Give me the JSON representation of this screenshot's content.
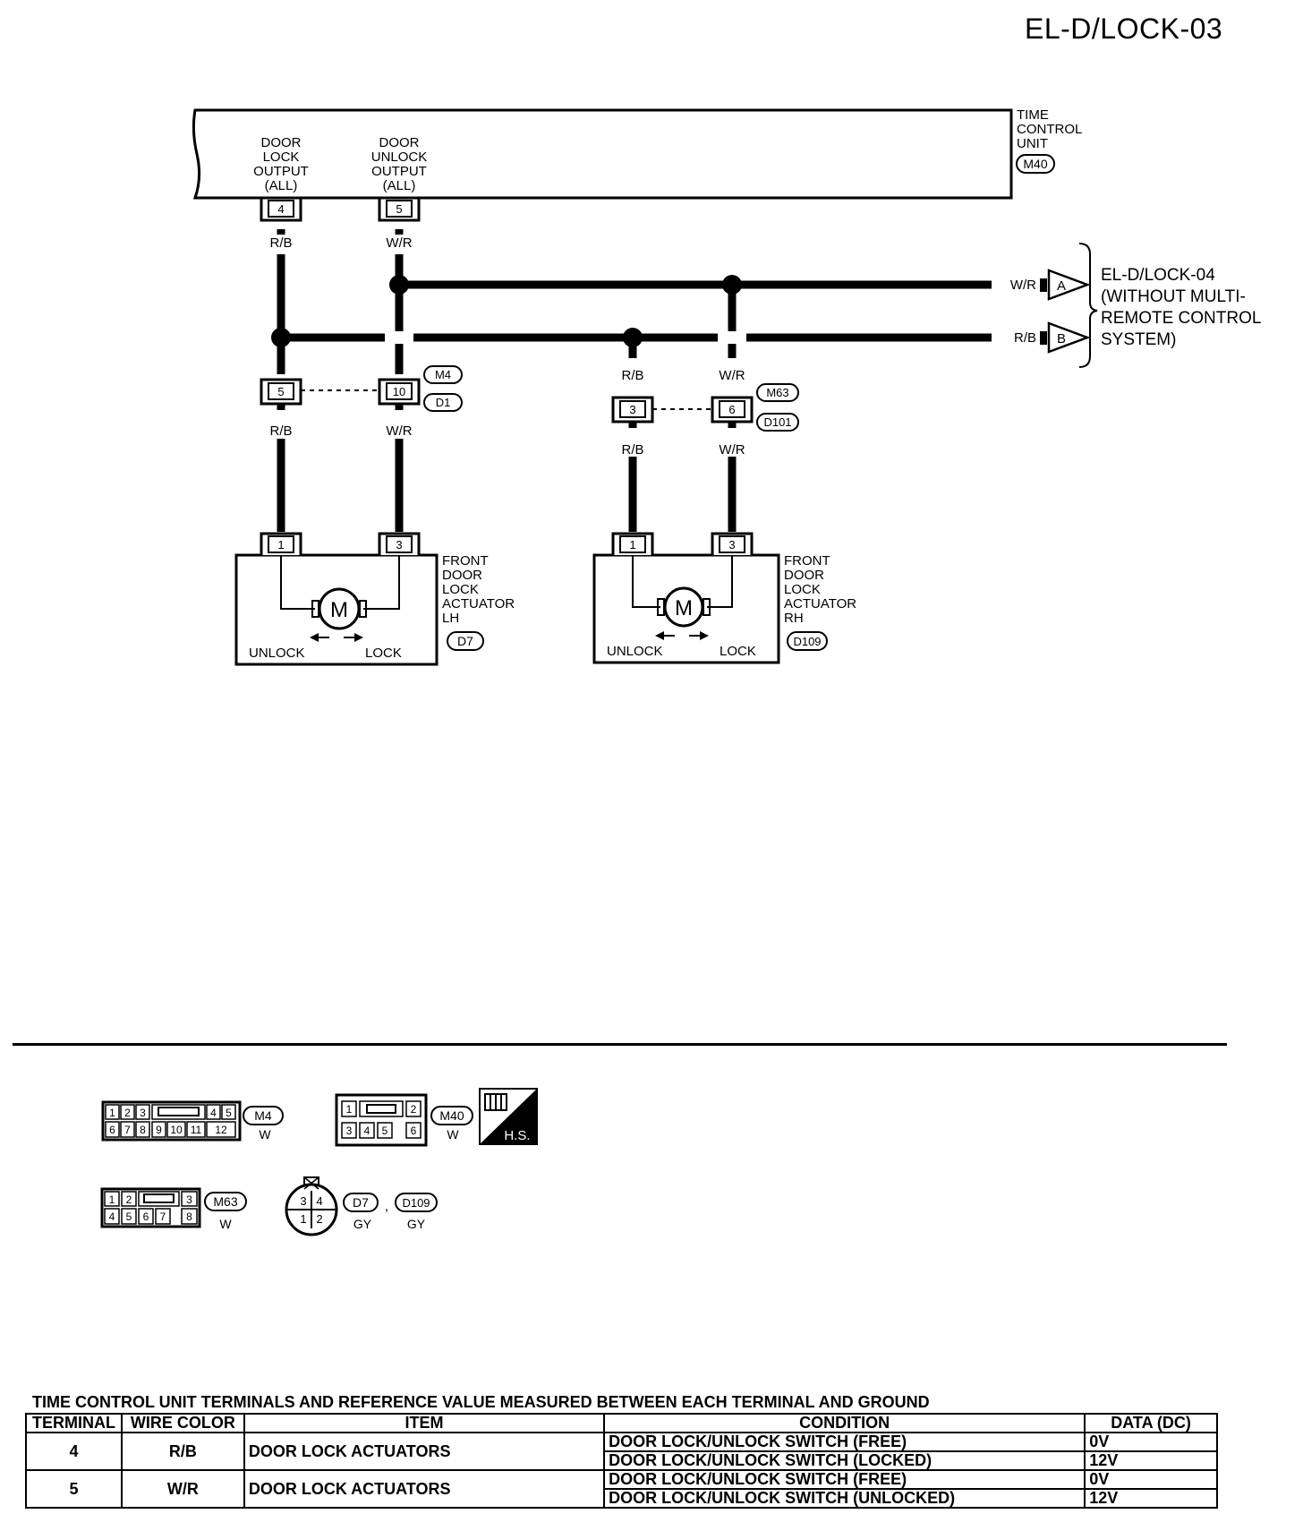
{
  "page_id": "EL-D/LOCK-03",
  "time_control_unit": {
    "label_lines": [
      "TIME",
      "CONTROL",
      "UNIT"
    ],
    "connector": "M40",
    "lock_output_lines": [
      "DOOR",
      "LOCK",
      "OUTPUT",
      "(ALL)"
    ],
    "unlock_output_lines": [
      "DOOR",
      "UNLOCK",
      "OUTPUT",
      "(ALL)"
    ],
    "lock_terminal": "4",
    "unlock_terminal": "5"
  },
  "wire_colors": {
    "rb": "R/B",
    "wr": "W/R"
  },
  "crossref": {
    "a": "A",
    "b": "B",
    "note_lines": [
      "EL-D/LOCK-04",
      "(WITHOUT MULTI-",
      "REMOTE CONTROL",
      "SYSTEM)"
    ]
  },
  "joint_lh": {
    "left_terminal": "5",
    "right_terminal": "10",
    "conn1": "M4",
    "conn2": "D1"
  },
  "joint_rh": {
    "left_terminal": "3",
    "right_terminal": "6",
    "conn1": "M63",
    "conn2": "D101"
  },
  "actuator_lh": {
    "label_lines": [
      "FRONT",
      "DOOR",
      "LOCK",
      "ACTUATOR",
      "LH"
    ],
    "connector": "D7",
    "terminal_left": "1",
    "terminal_right": "3",
    "motor": "M",
    "unlock": "UNLOCK",
    "lock": "LOCK"
  },
  "actuator_rh": {
    "label_lines": [
      "FRONT",
      "DOOR",
      "LOCK",
      "ACTUATOR",
      "RH"
    ],
    "connector": "D109",
    "terminal_left": "1",
    "terminal_right": "3",
    "motor": "M",
    "unlock": "UNLOCK",
    "lock": "LOCK"
  },
  "connector_views": {
    "m4": {
      "top": [
        "1",
        "2",
        "3",
        "4",
        "5"
      ],
      "bottom": [
        "6",
        "7",
        "8",
        "9",
        "10",
        "11",
        "12"
      ],
      "name": "M4",
      "color": "W"
    },
    "m40": {
      "top": [
        "1",
        "2"
      ],
      "bottom": [
        "3",
        "4",
        "5",
        "6"
      ],
      "name": "M40",
      "color": "W"
    },
    "hs": "H.S.",
    "m63": {
      "top": [
        "1",
        "2",
        "3"
      ],
      "bottom": [
        "4",
        "5",
        "6",
        "7",
        "8"
      ],
      "name": "M63",
      "color": "W"
    },
    "d7": {
      "cells": [
        "3",
        "4",
        "1",
        "2"
      ],
      "name1": "D7",
      "sep": ",",
      "name2": "D109",
      "color": "GY"
    }
  },
  "table": {
    "title": "TIME CONTROL UNIT TERMINALS AND REFERENCE VALUE MEASURED BETWEEN EACH TERMINAL AND GROUND",
    "headers": [
      "TERMINAL",
      "WIRE COLOR",
      "ITEM",
      "CONDITION",
      "DATA (DC)"
    ],
    "rows": [
      {
        "terminal": "4",
        "wire": "R/B",
        "item": "DOOR LOCK ACTUATORS",
        "conditions": [
          "DOOR LOCK/UNLOCK SWITCH (FREE)",
          "DOOR LOCK/UNLOCK SWITCH (LOCKED)"
        ],
        "data": [
          "0V",
          "12V"
        ]
      },
      {
        "terminal": "5",
        "wire": "W/R",
        "item": "DOOR LOCK ACTUATORS",
        "conditions": [
          "DOOR LOCK/UNLOCK SWITCH (FREE)",
          "DOOR LOCK/UNLOCK SWITCH (UNLOCKED)"
        ],
        "data": [
          "0V",
          "12V"
        ]
      }
    ]
  }
}
